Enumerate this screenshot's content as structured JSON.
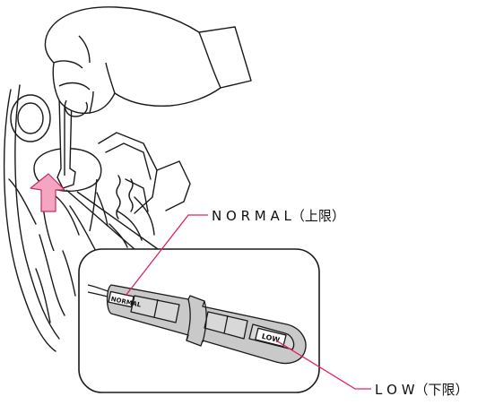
{
  "labels": {
    "normal": "N O R M A L（上限）",
    "low": "L O W（下限）",
    "dipstick_normal_mark": "NORMAL",
    "dipstick_low_mark": "LOW"
  },
  "colors": {
    "line": "#1a1a1a",
    "leader": "#e0206a",
    "arrow_fill": "#f4a6c0",
    "arrow_stroke": "#c0306a",
    "dipstick_fill": "#c9c9c9",
    "glove_fill": "#ffffff"
  },
  "icons": {
    "arrow": "up-arrow-icon"
  }
}
